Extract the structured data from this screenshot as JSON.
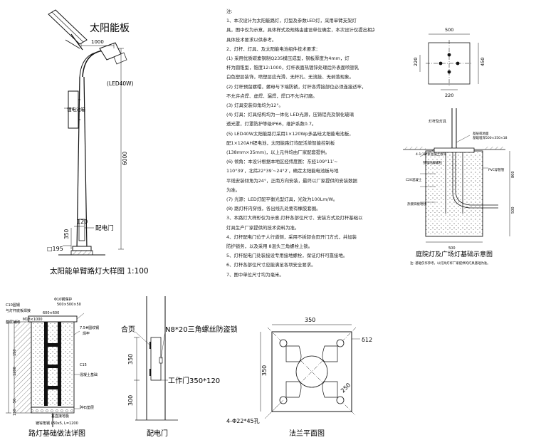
{
  "pole": {
    "solar_panel_label": "太阳能板",
    "arm_length": "1000",
    "led_label": "(LED40W)",
    "battery_box_label": "锂电池箱",
    "height_dim": "6000",
    "door_dim": "120",
    "base_dim": "350",
    "door_label": "配电门",
    "square_label": "□195",
    "title": "太阳能单臂路灯大样图 1:100"
  },
  "notes": {
    "heading": "注:",
    "lines": [
      "1、本次设计为太阳能路灯，灯型及参数LED灯，采用单臂支架灯",
      "具，图中仅为示意，具体样式及规格由建设单位确定，本次设计仅提出相关",
      "具体技术要求以供参考。",
      "2、灯杆、灯具、及太阳能电池组件技术要求：",
      "(1) 采用优质碳素钢制Q235模压成型，钢板厚度为4mm，灯",
      "杆为圆锥型，锥度12:1000，灯杆表面热镀锌处理后外表面喷塑乳",
      "白色塑层装饰，喷塑层应光滑、无杆孔、无流挂、无剥落现象。",
      "(2) 灯杆预留螺帽，螺母与下端防锈，灯杆各焊接部位必须连接适牢，",
      "不允许点焊、虚焊、漏焊，焊口不允许打磨。",
      "(3) 灯具安装仰角均为12°。",
      "(4) 灯具：灯具结构均为一体化 LED光源，压铸铝壳及钢化玻璃",
      "透光罩，灯罩防护等级IP66，维护系数0.7。",
      "(5) LED40W太阳能路灯采用1×120Wp多晶硅太阳能电池板，",
      "配1×120AH锂电池，太阳能路灯均配活单智能控制板",
      "(138mm×35mm)，以上元件均由厂家配套提供。",
      "(6) 倾角：本设计根据本地区经纬度图：东经109°11′~",
      "110°39′，北纬22°39′~24°2′，确定太阳能电池板与地",
      "平线安装倾角为24°，正南方向安装，最终以厂家提供的安装数据",
      "为准。",
      "(7) 光源：LED灯配平衡光型灯具，光效为100Lm/W。",
      "(8) 路灯杆内穿线，各出线孔处要有橡胶套圈。",
      "3、本路灯大样形仅为示意,灯杆各部位尺寸、安装方式及灯杆基础以",
      "灯具生产厂家提供的技术资料为准。",
      "4、灯杆配电门位于人行道侧，采用不拆卸合页开门方式，并加装",
      "防护锁务，以及采用 8混头三角螺栓上锁。",
      "5、灯杆配电门处装接设专用接地螺栓，保证灯杆可靠接地。",
      "6、灯杆各部位尺寸应能满足各项安全要求。",
      "7、图中单位尺寸均为毫米。"
    ]
  },
  "topview": {
    "width_dim": "500",
    "height_dim": "450",
    "side_dim": "220",
    "bottom_dim": "220"
  },
  "foundation": {
    "title": "庭院灯及广场灯基础示意图",
    "note": "注: 基础仅作参考，以灯具灯杆厂家提供的灯具基础为准。",
    "labels": {
      "pole": "灯杆及灯具",
      "ground": "基层或地面",
      "grout": "4-1:1砂浆混凝土找平",
      "pvc": "PVC穿管管",
      "concrete": "C20混凝土",
      "anchor": "预埋地脚螺栓",
      "grounding": "热镀锌接地线",
      "foundation_dim": "基础埋深500×350×18"
    },
    "dims": [
      "500",
      "800",
      "500"
    ]
  },
  "detail": {
    "title": "路灯基础做法详图",
    "labels": [
      "C10圆钢",
      "与灯杆底板焊接",
      "Φ10钢保护",
      "500×500×50",
      "600×600",
      "M18×1000",
      "7.5#圆纹钢",
      "焊牢",
      "基层铺砌",
      "C15",
      "混凝土基础",
      "碎石垫层",
      "垂直接地极",
      "镀锌角钢 L50x5, L=1200"
    ],
    "dims": [
      "1200",
      "150",
      "50",
      "150"
    ]
  },
  "door": {
    "title": "配电门",
    "hinge_label": "合页",
    "lock_label": "N8*20三角螺丝防盗锁",
    "door_label": "工作门350*120",
    "dim_upper": "350",
    "dim_lower": "300"
  },
  "flange": {
    "title": "法兰平面图",
    "width_dim": "350",
    "height_dim": "350",
    "thickness": "δ12",
    "diag_dim": "250",
    "holes_label": "4-Φ22*45孔"
  }
}
